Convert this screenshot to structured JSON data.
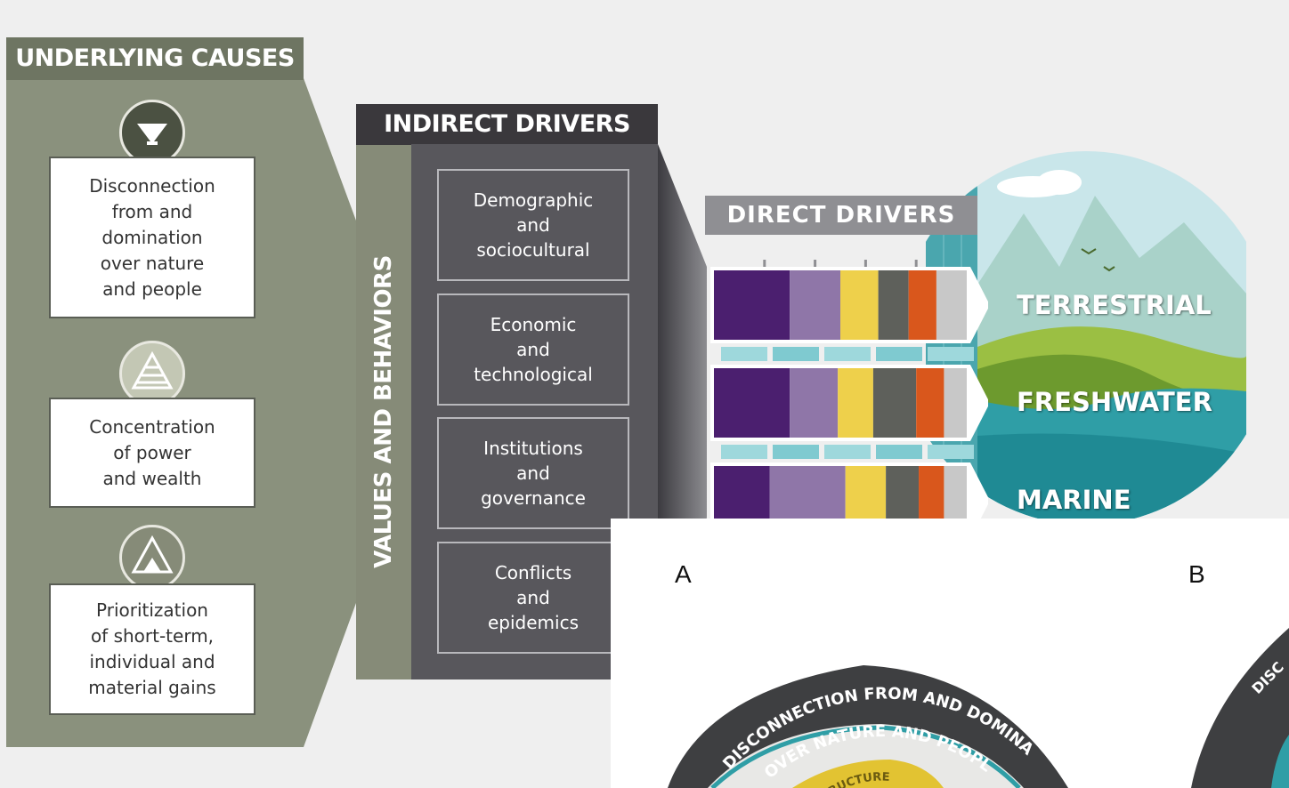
{
  "underlying_causes": {
    "header": "UNDERLYING CAUSES",
    "items": [
      {
        "label": "Disconnection from and domination over nature and people",
        "lines": [
          "Disconnection",
          "from and",
          "domination",
          "over nature",
          "and people"
        ],
        "icon": "funnel-icon"
      },
      {
        "label": "Concentration of power and wealth",
        "lines": [
          "Concentration",
          "of power",
          "and wealth"
        ],
        "icon": "pyramid-icon"
      },
      {
        "label": "Prioritization of short-term, individual and material gains",
        "lines": [
          "Prioritization",
          "of short-term,",
          "individual and",
          "material gains"
        ],
        "icon": "triangle-icon"
      }
    ]
  },
  "values_behaviors": "VALUES AND BEHAVIORS",
  "indirect_drivers": {
    "header": "INDIRECT DRIVERS",
    "items": [
      {
        "lines": [
          "Demographic",
          "and",
          "sociocultural"
        ]
      },
      {
        "lines": [
          "Economic",
          "and",
          "technological"
        ]
      },
      {
        "lines": [
          "Institutions",
          "and",
          "governance"
        ]
      },
      {
        "lines": [
          "Conflicts",
          "and",
          "epidemics"
        ]
      }
    ]
  },
  "direct_drivers": {
    "header": "DIRECT DRIVERS",
    "segment_colors": [
      "#4b1f6f",
      "#8f76a8",
      "#eed04b",
      "#5e605b",
      "#d9571c",
      "#c8c8c8"
    ],
    "rows": [
      {
        "realm": "TERRESTRIAL",
        "shares": [
          0.3,
          0.2,
          0.15,
          0.12,
          0.11,
          0.12
        ]
      },
      {
        "realm": "FRESHWATER",
        "shares": [
          0.3,
          0.19,
          0.14,
          0.17,
          0.11,
          0.09
        ]
      },
      {
        "realm": "MARINE",
        "shares": [
          0.22,
          0.3,
          0.16,
          0.13,
          0.1,
          0.09
        ]
      }
    ]
  },
  "inset": {
    "panel_a": "A",
    "panel_b": "B",
    "ring_line1": "DISCONNECTION FROM AND DOMINATION",
    "ring_line2": "OVER NATURE AND PEOPLE",
    "inner_word": "STRUCTURE",
    "panel_b_partial": "DISC"
  }
}
